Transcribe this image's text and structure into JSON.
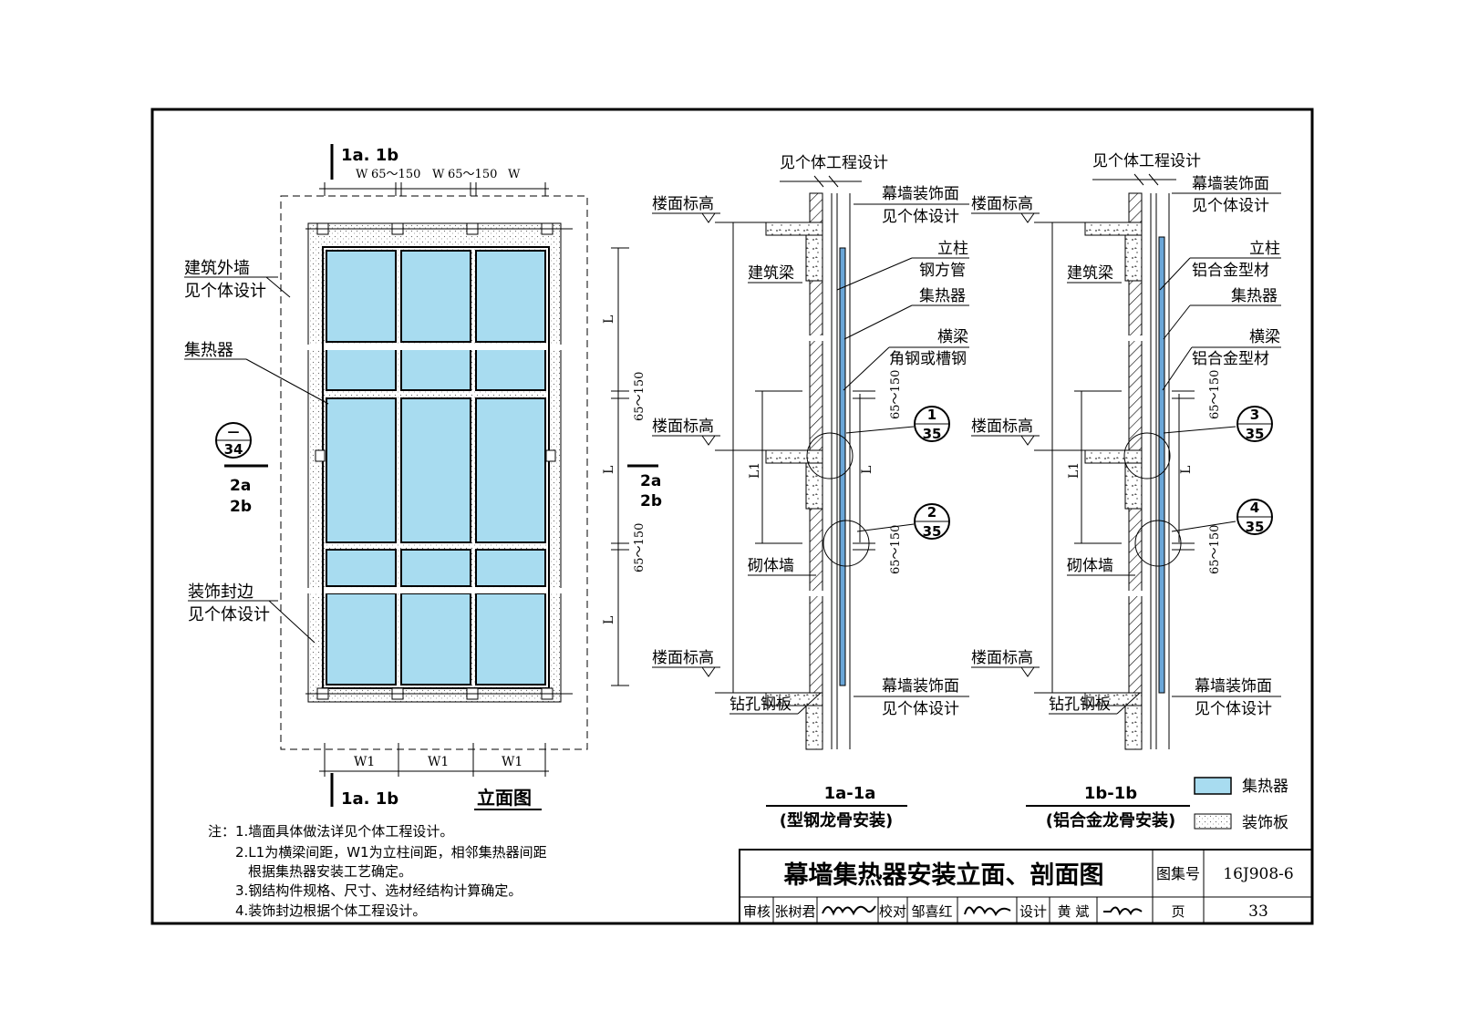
{
  "colors": {
    "collector": "#a8dcf0",
    "decor_board": "#efefef",
    "line": "#000000"
  },
  "elevation": {
    "section_mark": "1a. 1b",
    "top_dims": [
      "W",
      "65～150",
      "W",
      "65～150",
      "W"
    ],
    "bottom_dims": [
      "W1",
      "W1",
      "W1"
    ],
    "right_dims": [
      "L",
      "65～150",
      "L",
      "65～150",
      "L"
    ],
    "labels": {
      "ext_wall": "建筑外墙",
      "ext_wall_note": "见个体设计",
      "collector": "集热器",
      "trim": "装饰封边",
      "trim_note": "见个体设计"
    },
    "detail_ref": {
      "top": "—",
      "bottom": "34"
    },
    "section_ref_left": [
      "2a",
      "2b"
    ],
    "section_ref_right": [
      "2a",
      "2b"
    ],
    "title": "立面图"
  },
  "section_a": {
    "top_note": "见个体工程设计",
    "labels": {
      "floor1": "楼面标高",
      "floor2": "楼面标高",
      "floor3": "楼面标高",
      "beam": "建筑梁",
      "masonry": "砌体墙",
      "plate": "钻孔钢板",
      "facade_top": "幕墙装饰面",
      "facade_top_note": "见个体设计",
      "column": "立柱",
      "column_mat": "钢方管",
      "collector": "集热器",
      "crossbar": "横梁",
      "crossbar_mat": "角钢或槽钢",
      "facade_bottom": "幕墙装饰面",
      "facade_bottom_note": "见个体设计"
    },
    "dims": {
      "gap1": "65～150",
      "gap2": "65～150",
      "L1": "L1",
      "L": "L"
    },
    "refs": [
      {
        "top": "1",
        "bottom": "35"
      },
      {
        "top": "2",
        "bottom": "35"
      }
    ],
    "caption": "1a-1a",
    "caption_sub": "(型钢龙骨安装)"
  },
  "section_b": {
    "top_note": "见个体工程设计",
    "labels": {
      "floor1": "楼面标高",
      "floor2": "楼面标高",
      "floor3": "楼面标高",
      "beam": "建筑梁",
      "masonry": "砌体墙",
      "plate": "钻孔钢板",
      "facade_top": "幕墙装饰面",
      "facade_top_note": "见个体设计",
      "column": "立柱",
      "column_mat": "铝合金型材",
      "collector": "集热器",
      "crossbar": "横梁",
      "crossbar_mat": "铝合金型材",
      "facade_bottom": "幕墙装饰面",
      "facade_bottom_note": "见个体设计"
    },
    "dims": {
      "gap1": "65～150",
      "gap2": "65～150",
      "L1": "L1",
      "L": "L"
    },
    "refs": [
      {
        "top": "3",
        "bottom": "35"
      },
      {
        "top": "4",
        "bottom": "35"
      }
    ],
    "caption": "1b-1b",
    "caption_sub": "(铝合金龙骨安装)"
  },
  "legend": [
    {
      "label": "集热器",
      "swatch": "collector"
    },
    {
      "label": "装饰板",
      "swatch": "decor"
    }
  ],
  "notes": {
    "prefix": "注：",
    "items": [
      "1.墙面具体做法详见个体工程设计。",
      "2.L1为横梁间距，W1为立柱间距，相邻集热器间距",
      "根据集热器安装工艺确定。",
      "3.钢结构件规格、尺寸、选材经结构计算确定。",
      "4.装饰封边根据个体工程设计。"
    ]
  },
  "title_block": {
    "title": "幕墙集热器安装立面、剖面图",
    "atlas_label": "图集号",
    "atlas_no": "16J908-6",
    "review_label": "审核",
    "review_name": "张树君",
    "check_label": "校对",
    "check_name": "邹喜红",
    "design_label": "设计",
    "design_name": "黄 斌",
    "page_label": "页",
    "page_no": "33"
  }
}
